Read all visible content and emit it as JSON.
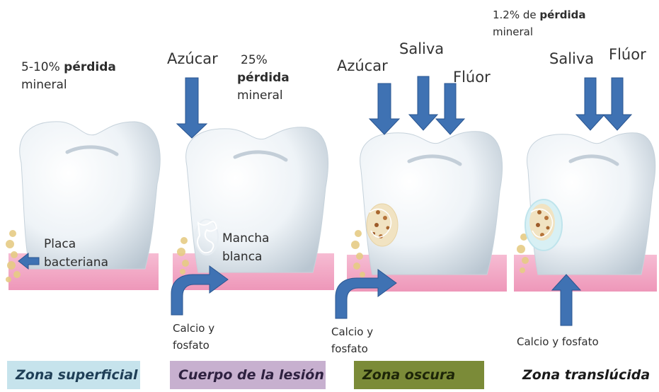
{
  "panels": [
    {
      "loss_pct": "5-10%",
      "loss_word": "pérdida",
      "loss_mineral": "mineral",
      "plaque_label_1": "Placa",
      "plaque_label_2": "bacteriana",
      "zone": "Zona superficial"
    },
    {
      "sugar": "Azúcar",
      "loss_pct": "25%",
      "loss_word": "pérdida",
      "loss_mineral": "mineral",
      "spot_1": "Mancha",
      "spot_2": "blanca",
      "calcium_1": "Calcio y",
      "calcium_2": "fosfato",
      "zone": "Cuerpo de la lesión"
    },
    {
      "sugar": "Azúcar",
      "saliva": "Saliva",
      "fluor": "Flúor",
      "calcium_1": "Calcio y",
      "calcium_2": "fosfato",
      "zone": "Zona oscura"
    },
    {
      "loss_pct": "1.2% de",
      "loss_word": "pérdida",
      "loss_mineral": "mineral",
      "saliva": "Saliva",
      "fluor": "Flúor",
      "calcium": "Calcio y fosfato",
      "zone": "Zona translúcida"
    }
  ],
  "colors": {
    "arrow": "#3f72b3",
    "arrow_edge": "#2a5590",
    "gum": "#f2a9c6",
    "zone1": "#c6e3ec",
    "zone2": "#c7b0cf",
    "zone3": "#7b8b38",
    "zone4": "#ffffff"
  }
}
